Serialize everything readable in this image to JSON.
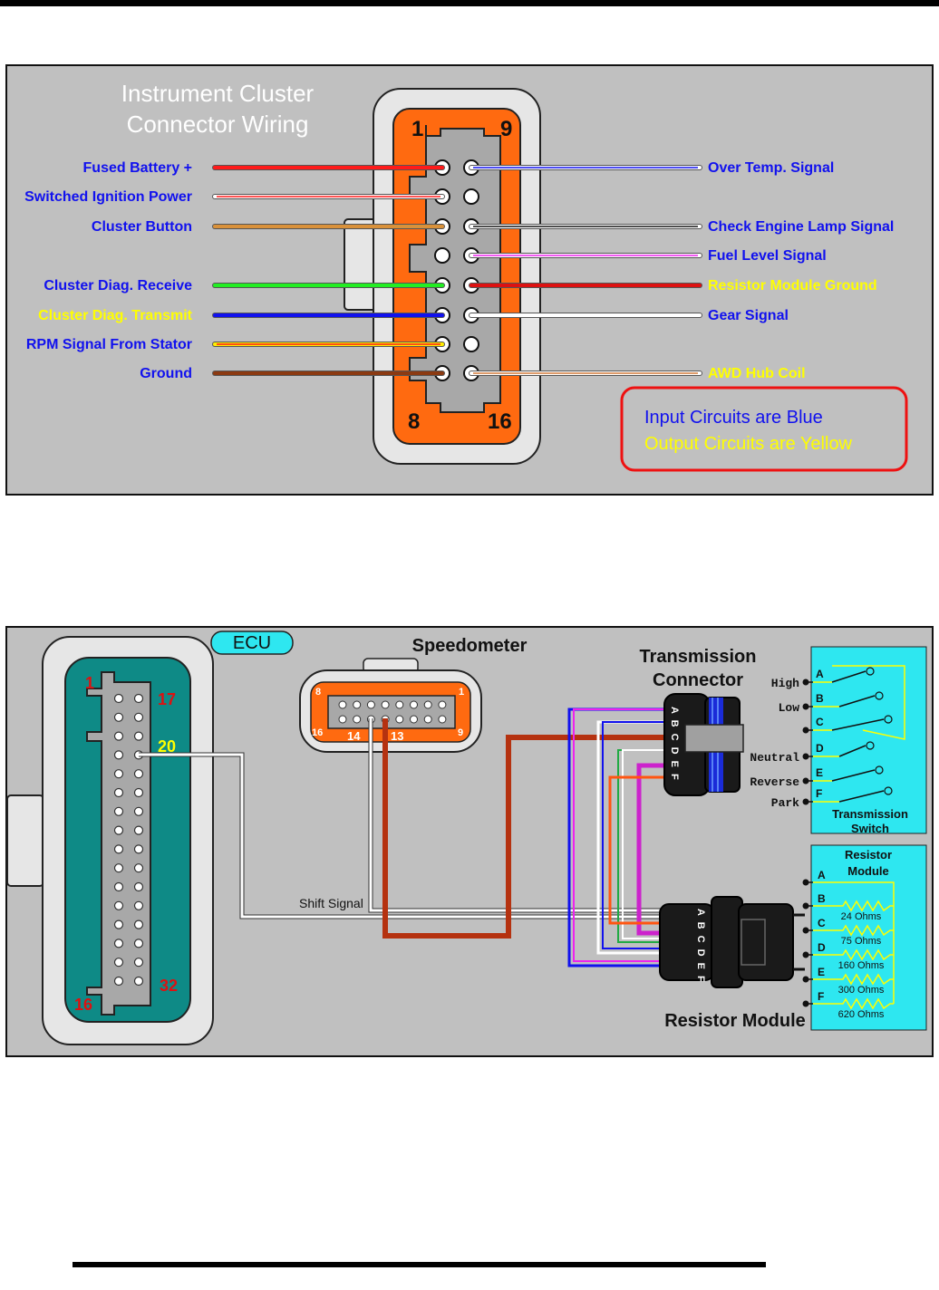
{
  "cluster": {
    "title_line1": "Instrument Cluster",
    "title_line2": "Connector Wiring",
    "pin_labels": {
      "p1": "1",
      "p9": "9",
      "p8": "8",
      "p16": "16"
    },
    "left_wires": [
      {
        "label": "Fused Battery +",
        "kind": "input",
        "color": "#ff1a1a"
      },
      {
        "label": "Switched Ignition Power",
        "kind": "input",
        "color": "#ffffff",
        "stripe": "#ff1a1a"
      },
      {
        "label": "Cluster Button",
        "kind": "input",
        "color": "#d9913a"
      },
      {
        "label": "Cluster Diag. Receive",
        "kind": "input",
        "color": "#22ee22"
      },
      {
        "label": "Cluster Diag. Transmit",
        "kind": "output",
        "color": "#1111ee"
      },
      {
        "label": "RPM Signal From Stator",
        "kind": "input",
        "color": "#ffee00",
        "stripe": "#ff1a1a"
      },
      {
        "label": "Ground",
        "kind": "input",
        "color": "#8b3a12"
      }
    ],
    "right_wires": [
      {
        "label": "Over Temp. Signal",
        "kind": "input",
        "color": "#ffffff",
        "stripe": "#1111ee"
      },
      {
        "label": "Check Engine Lamp Signal",
        "kind": "input",
        "color": "#ffffff",
        "stripe": "#111111"
      },
      {
        "label": "Fuel Level Signal",
        "kind": "input",
        "color": "#ffffff",
        "stripe": "#ee22ee"
      },
      {
        "label": "Resistor Module Ground",
        "kind": "output",
        "color": "#dd1111"
      },
      {
        "label": "Gear Signal",
        "kind": "input",
        "color": "#ffffff"
      },
      {
        "label": "AWD Hub Coil",
        "kind": "output",
        "color": "#ffffff",
        "stripe": "#d27a3a"
      }
    ],
    "legend": {
      "input_text": "Input Circuits are Blue",
      "output_text": "Output Circuits are Yellow",
      "input_color": "#1111ee",
      "output_color": "#ffff00"
    }
  },
  "wiring": {
    "ecu": {
      "tag": "ECU",
      "pin1": "1",
      "pin17": "17",
      "pin20": "20",
      "pin16": "16",
      "pin32": "32"
    },
    "speedometer": {
      "title": "Speedometer",
      "pin8": "8",
      "pin1": "1",
      "pin16": "16",
      "pin9": "9",
      "pin14": "14",
      "pin13": "13"
    },
    "transmission_connector": {
      "title_line1": "Transmission",
      "title_line2": "Connector",
      "pins": "A B C D E F"
    },
    "transmission_switch": {
      "positions": [
        "High",
        "Low",
        "",
        "Neutral",
        "Reverse",
        "Park"
      ],
      "pin_letters": [
        "A",
        "B",
        "C",
        "D",
        "E",
        "F"
      ],
      "title_line1": "Transmission",
      "title_line2": "Switch"
    },
    "resistor_module_box": {
      "title_line1": "Resistor",
      "title_line2": "Module",
      "pin_letters": [
        "A",
        "B",
        "C",
        "D",
        "E",
        "F"
      ],
      "resistors": [
        "24 Ohms",
        "75 Ohms",
        "160 Ohms",
        "300 Ohms",
        "620 Ohms"
      ]
    },
    "resistor_module_connector": {
      "title": "Resistor Module",
      "pins": "A B C D E F"
    },
    "shift_signal_label": "Shift Signal"
  }
}
